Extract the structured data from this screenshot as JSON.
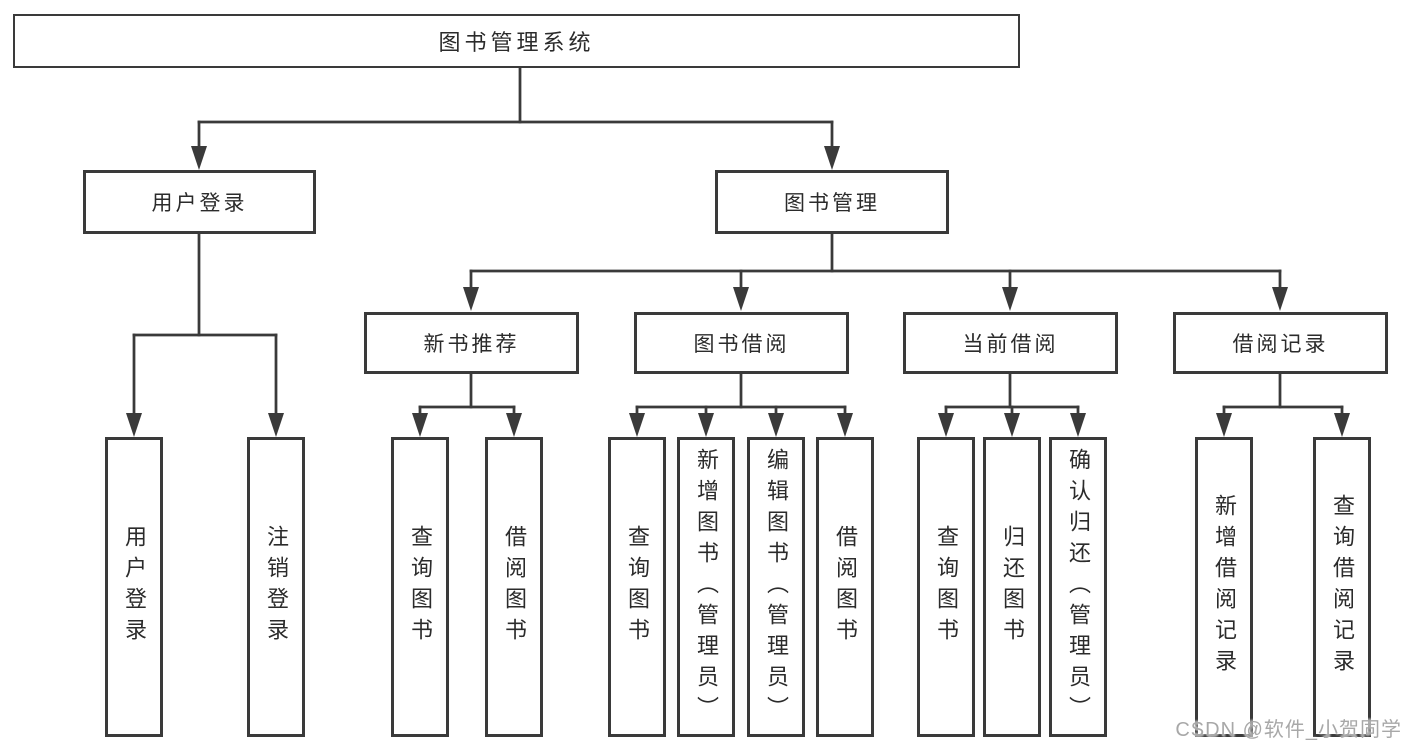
{
  "tree": {
    "root": "图书管理系统",
    "children": [
      {
        "label": "用户登录",
        "children": [
          "用户登录",
          "注销登录"
        ]
      },
      {
        "label": "图书管理",
        "children": [
          {
            "label": "新书推荐",
            "children": [
              "查询图书",
              "借阅图书"
            ]
          },
          {
            "label": "图书借阅",
            "children": [
              "查询图书",
              "新增图书（管理员）",
              "编辑图书（管理员）",
              "借阅图书"
            ]
          },
          {
            "label": "当前借阅",
            "children": [
              "查询图书",
              "归还图书",
              "确认归还（管理员）"
            ]
          },
          {
            "label": "借阅记录",
            "children": [
              "新增借阅记录",
              "查询借阅记录"
            ]
          }
        ]
      }
    ]
  },
  "watermark": {
    "text": "CSDN @软件_小贺同学"
  },
  "colors": {
    "line": "#3a3a3a",
    "box_border": "#3a3a3a",
    "text": "#2b2b2b",
    "watermark_text": "#a8a8a8",
    "background": "#ffffff"
  }
}
